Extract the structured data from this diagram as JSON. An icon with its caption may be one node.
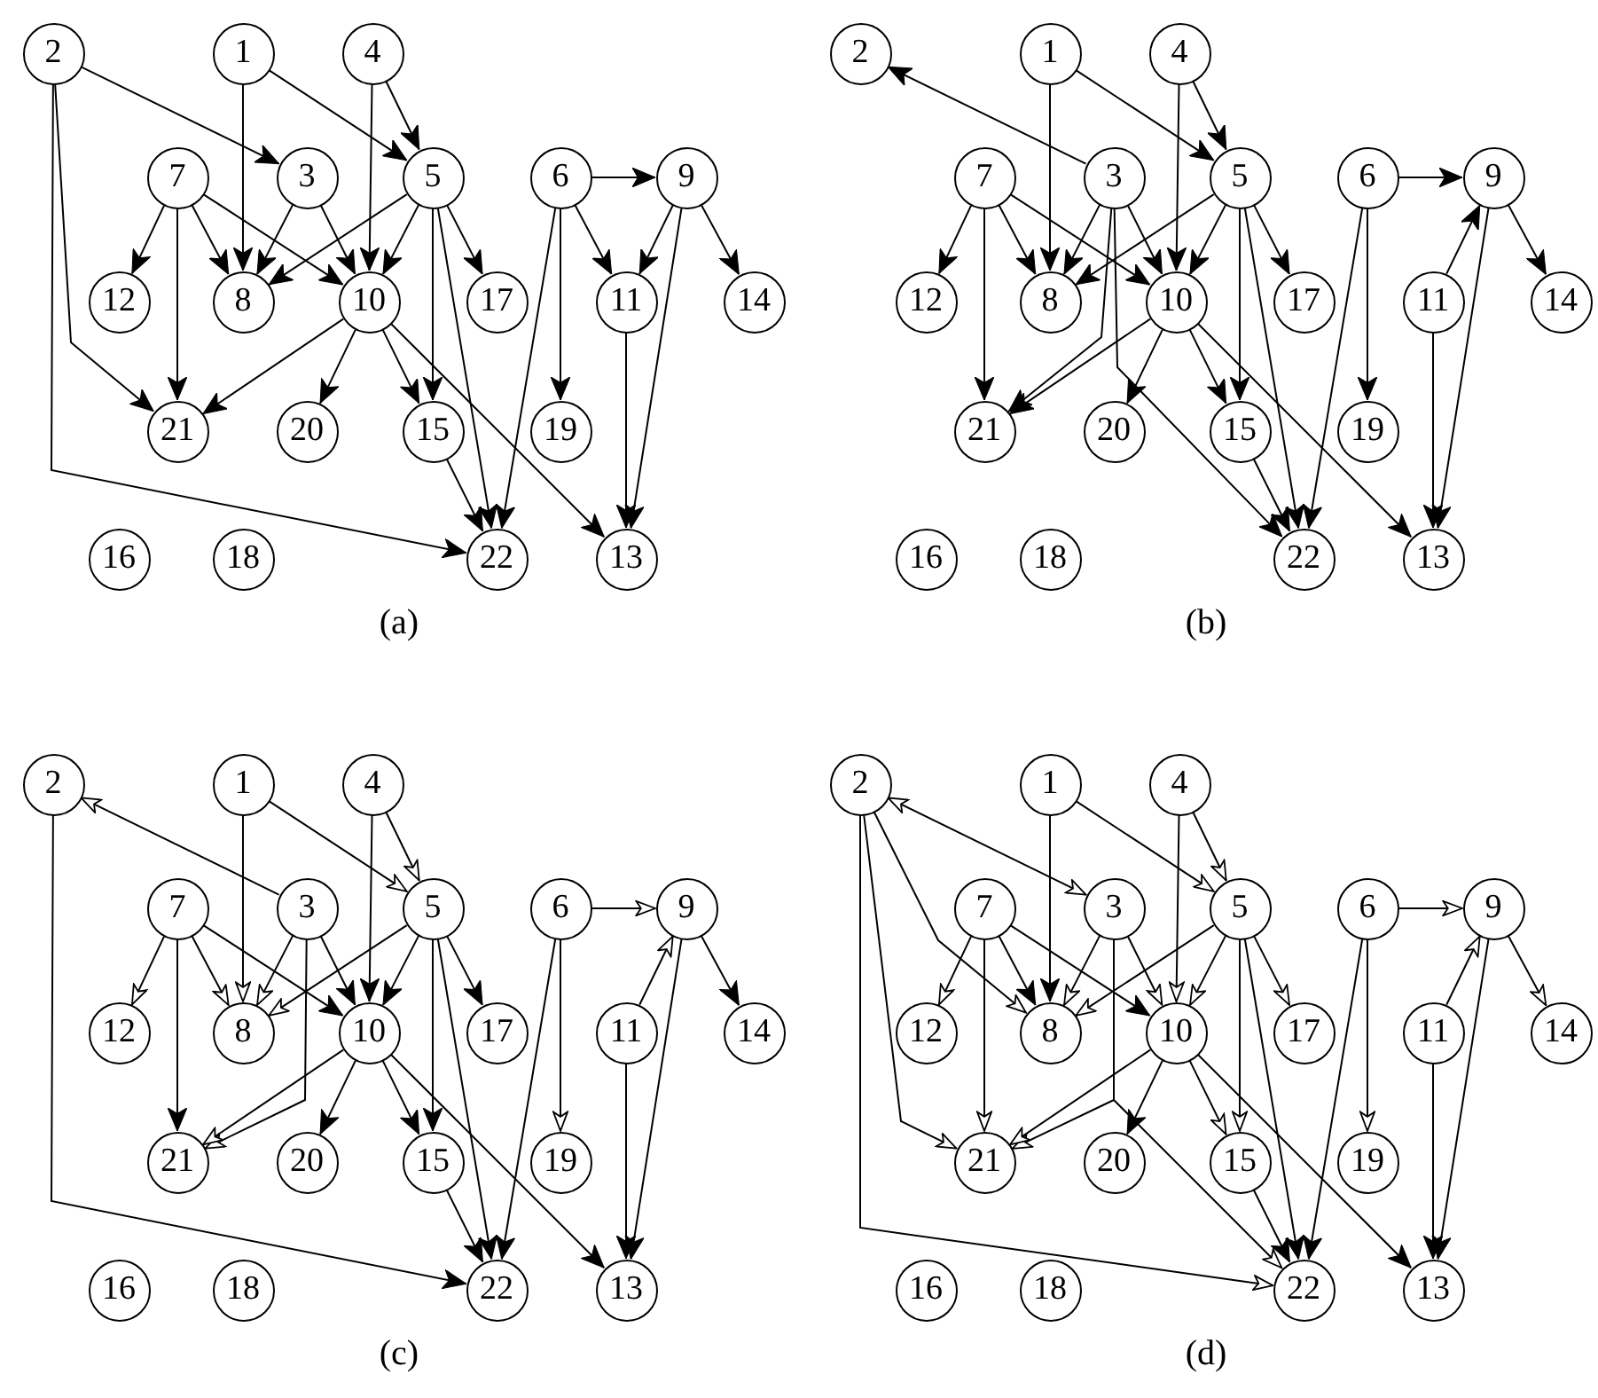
{
  "diagram": {
    "nodes": [
      {
        "text": [
          "2"
        ]
      },
      {
        "text": [
          "1"
        ]
      },
      {
        "text": [
          "4"
        ]
      },
      {
        "text": [
          "7"
        ]
      },
      {
        "text": [
          "3"
        ]
      },
      {
        "text": [
          "5"
        ]
      },
      {
        "text": [
          "6"
        ]
      },
      {
        "text": [
          "9"
        ]
      },
      {
        "text": [
          "12"
        ]
      },
      {
        "text": [
          "8"
        ]
      },
      {
        "text": [
          "10"
        ]
      },
      {
        "text": [
          "17"
        ]
      },
      {
        "text": [
          "11"
        ]
      },
      {
        "text": [
          "14"
        ]
      },
      {
        "text": [
          "21"
        ]
      },
      {
        "text": [
          "20"
        ]
      },
      {
        "text": [
          "15"
        ]
      },
      {
        "text": [
          "19"
        ]
      },
      {
        "text": [
          "16"
        ]
      },
      {
        "text": [
          "18"
        ]
      },
      {
        "text": [
          "22"
        ]
      },
      {
        "text": [
          "13"
        ]
      },
      {
        "text": [
          "2"
        ]
      },
      {
        "text": [
          "1"
        ]
      },
      {
        "text": [
          "4"
        ]
      },
      {
        "text": [
          "7"
        ]
      },
      {
        "text": [
          "3"
        ]
      },
      {
        "text": [
          "5"
        ]
      },
      {
        "text": [
          "6"
        ]
      },
      {
        "text": [
          "9"
        ]
      },
      {
        "text": [
          "12"
        ]
      },
      {
        "text": [
          "8"
        ]
      },
      {
        "text": [
          "10"
        ]
      },
      {
        "text": [
          "17"
        ]
      },
      {
        "text": [
          "11"
        ]
      },
      {
        "text": [
          "14"
        ]
      },
      {
        "text": [
          "21"
        ]
      },
      {
        "text": [
          "20"
        ]
      },
      {
        "text": [
          "15"
        ]
      },
      {
        "text": [
          "19"
        ]
      },
      {
        "text": [
          "16"
        ]
      },
      {
        "text": [
          "18"
        ]
      },
      {
        "text": [
          "22"
        ]
      },
      {
        "text": [
          "13"
        ]
      },
      {
        "text": [
          "2"
        ]
      },
      {
        "text": [
          "1"
        ]
      },
      {
        "text": [
          "4"
        ]
      },
      {
        "text": [
          "7"
        ]
      },
      {
        "text": [
          "3"
        ]
      },
      {
        "text": [
          "5"
        ]
      },
      {
        "text": [
          "6"
        ]
      },
      {
        "text": [
          "9"
        ]
      },
      {
        "text": [
          "12"
        ]
      },
      {
        "text": [
          "8"
        ]
      },
      {
        "text": [
          "10"
        ]
      },
      {
        "text": [
          "17"
        ]
      },
      {
        "text": [
          "11"
        ]
      },
      {
        "text": [
          "14"
        ]
      },
      {
        "text": [
          "21"
        ]
      },
      {
        "text": [
          "20"
        ]
      },
      {
        "text": [
          "15"
        ]
      },
      {
        "text": [
          "19"
        ]
      },
      {
        "text": [
          "16"
        ]
      },
      {
        "text": [
          "18"
        ]
      },
      {
        "text": [
          "22"
        ]
      },
      {
        "text": [
          "13"
        ]
      },
      {
        "text": [
          "2"
        ]
      },
      {
        "text": [
          "1"
        ]
      },
      {
        "text": [
          "4"
        ]
      },
      {
        "text": [
          "7"
        ]
      },
      {
        "text": [
          "3"
        ]
      },
      {
        "text": [
          "5"
        ]
      },
      {
        "text": [
          "6"
        ]
      },
      {
        "text": [
          "9"
        ]
      },
      {
        "text": [
          "12"
        ]
      },
      {
        "text": [
          "8"
        ]
      },
      {
        "text": [
          "10"
        ]
      },
      {
        "text": [
          "17"
        ]
      },
      {
        "text": [
          "11"
        ]
      },
      {
        "text": [
          "14"
        ]
      },
      {
        "text": [
          "21"
        ]
      },
      {
        "text": [
          "20"
        ]
      },
      {
        "text": [
          "15"
        ]
      },
      {
        "text": [
          "19"
        ]
      },
      {
        "text": [
          "16"
        ]
      },
      {
        "text": [
          "18"
        ]
      },
      {
        "text": [
          "22"
        ]
      },
      {
        "text": [
          "13"
        ]
      }
    ],
    "edges": [
      {
        "from": 0,
        "to": 4,
        "arrow": "to"
      },
      {
        "from": 0,
        "to": 14,
        "arrow": "to"
      },
      {
        "from": 0,
        "to": 20,
        "arrow": "to"
      },
      {
        "from": 1,
        "to": 9,
        "arrow": "to"
      },
      {
        "from": 1,
        "to": 5,
        "arrow": "to"
      },
      {
        "from": 2,
        "to": 10,
        "arrow": "to"
      },
      {
        "from": 2,
        "to": 5,
        "arrow": "to"
      },
      {
        "from": 3,
        "to": 8,
        "arrow": "to"
      },
      {
        "from": 3,
        "to": 9,
        "arrow": "to"
      },
      {
        "from": 3,
        "to": 14,
        "arrow": "to"
      },
      {
        "from": 3,
        "to": 10,
        "arrow": "to"
      },
      {
        "from": 4,
        "to": 9,
        "arrow": "to"
      },
      {
        "from": 4,
        "to": 10,
        "arrow": "to"
      },
      {
        "from": 5,
        "to": 9,
        "arrow": "to"
      },
      {
        "from": 5,
        "to": 10,
        "arrow": "to"
      },
      {
        "from": 5,
        "to": 11,
        "arrow": "to"
      },
      {
        "from": 5,
        "to": 16,
        "arrow": "to"
      },
      {
        "from": 5,
        "to": 20,
        "arrow": "to"
      },
      {
        "from": 6,
        "to": 7,
        "arrow": "to"
      },
      {
        "from": 6,
        "to": 12,
        "arrow": "to"
      },
      {
        "from": 6,
        "to": 17,
        "arrow": "to"
      },
      {
        "from": 6,
        "to": 20,
        "arrow": "to"
      },
      {
        "from": 7,
        "to": 12,
        "arrow": "to"
      },
      {
        "from": 7,
        "to": 13,
        "arrow": "to"
      },
      {
        "from": 7,
        "to": 21,
        "arrow": "to"
      },
      {
        "from": 10,
        "to": 14,
        "arrow": "to"
      },
      {
        "from": 10,
        "to": 15,
        "arrow": "to"
      },
      {
        "from": 10,
        "to": 16,
        "arrow": "to"
      },
      {
        "from": 10,
        "to": 21,
        "arrow": "to"
      },
      {
        "from": 16,
        "to": 20,
        "arrow": "to"
      },
      {
        "from": 12,
        "to": 21,
        "arrow": "to"
      },
      {
        "from": 26,
        "to": 22,
        "arrow": "to"
      },
      {
        "from": 23,
        "to": 31,
        "arrow": "to"
      },
      {
        "from": 23,
        "to": 27,
        "arrow": "to"
      },
      {
        "from": 24,
        "to": 32,
        "arrow": "to"
      },
      {
        "from": 24,
        "to": 27,
        "arrow": "to"
      },
      {
        "from": 25,
        "to": 30,
        "arrow": "to"
      },
      {
        "from": 25,
        "to": 31,
        "arrow": "to"
      },
      {
        "from": 25,
        "to": 36,
        "arrow": "to"
      },
      {
        "from": 25,
        "to": 32,
        "arrow": "to"
      },
      {
        "from": 26,
        "to": 31,
        "arrow": "to"
      },
      {
        "from": 26,
        "to": 32,
        "arrow": "to"
      },
      {
        "from": 26,
        "to": 36,
        "arrow": "to"
      },
      {
        "from": 26,
        "to": 42,
        "arrow": "to"
      },
      {
        "from": 27,
        "to": 31,
        "arrow": "to"
      },
      {
        "from": 27,
        "to": 32,
        "arrow": "to"
      },
      {
        "from": 27,
        "to": 33,
        "arrow": "to"
      },
      {
        "from": 27,
        "to": 38,
        "arrow": "to"
      },
      {
        "from": 27,
        "to": 42,
        "arrow": "to"
      },
      {
        "from": 28,
        "to": 29,
        "arrow": "to"
      },
      {
        "from": 28,
        "to": 39,
        "arrow": "to"
      },
      {
        "from": 28,
        "to": 42,
        "arrow": "to"
      },
      {
        "from": 34,
        "to": 29,
        "arrow": "to"
      },
      {
        "from": 29,
        "to": 35,
        "arrow": "to"
      },
      {
        "from": 29,
        "to": 43,
        "arrow": "to"
      },
      {
        "from": 32,
        "to": 36,
        "arrow": "to"
      },
      {
        "from": 32,
        "to": 37,
        "arrow": "to"
      },
      {
        "from": 32,
        "to": 38,
        "arrow": "to"
      },
      {
        "from": 32,
        "to": 43,
        "arrow": "to"
      },
      {
        "from": 38,
        "to": 42,
        "arrow": "to"
      },
      {
        "from": 34,
        "to": 43,
        "arrow": "to"
      },
      {
        "from": 48,
        "to": 44,
        "arrow": "to"
      },
      {
        "from": 44,
        "to": 64,
        "arrow": "to"
      },
      {
        "from": 45,
        "to": 53,
        "arrow": "to"
      },
      {
        "from": 45,
        "to": 49,
        "arrow": "to"
      },
      {
        "from": 46,
        "to": 54,
        "arrow": "to"
      },
      {
        "from": 46,
        "to": 49,
        "arrow": "to"
      },
      {
        "from": 47,
        "to": 52,
        "arrow": "to"
      },
      {
        "from": 47,
        "to": 53,
        "arrow": "to"
      },
      {
        "from": 47,
        "to": 58,
        "arrow": "to"
      },
      {
        "from": 47,
        "to": 54,
        "arrow": "to"
      },
      {
        "from": 48,
        "to": 53,
        "arrow": "to"
      },
      {
        "from": 48,
        "to": 54,
        "arrow": "to"
      },
      {
        "from": 48,
        "to": 58,
        "arrow": "to"
      },
      {
        "from": 49,
        "to": 53,
        "arrow": "to"
      },
      {
        "from": 49,
        "to": 54,
        "arrow": "to"
      },
      {
        "from": 49,
        "to": 55,
        "arrow": "to"
      },
      {
        "from": 49,
        "to": 60,
        "arrow": "to"
      },
      {
        "from": 49,
        "to": 64,
        "arrow": "to"
      },
      {
        "from": 50,
        "to": 51,
        "arrow": "to"
      },
      {
        "from": 50,
        "to": 61,
        "arrow": "to"
      },
      {
        "from": 50,
        "to": 64,
        "arrow": "to"
      },
      {
        "from": 56,
        "to": 51,
        "arrow": "to"
      },
      {
        "from": 51,
        "to": 57,
        "arrow": "to"
      },
      {
        "from": 51,
        "to": 65,
        "arrow": "to"
      },
      {
        "from": 54,
        "to": 58,
        "arrow": "to"
      },
      {
        "from": 54,
        "to": 59,
        "arrow": "to"
      },
      {
        "from": 54,
        "to": 60,
        "arrow": "to"
      },
      {
        "from": 54,
        "to": 65,
        "arrow": "to"
      },
      {
        "from": 60,
        "to": 64,
        "arrow": "to"
      },
      {
        "from": 56,
        "to": 65,
        "arrow": "to"
      },
      {
        "from": 66,
        "to": 70,
        "arrow": "both"
      },
      {
        "from": 66,
        "to": 75,
        "arrow": "to"
      },
      {
        "from": 66,
        "to": 80,
        "arrow": "to"
      },
      {
        "from": 66,
        "to": 86,
        "arrow": "to"
      },
      {
        "from": 67,
        "to": 75,
        "arrow": "to"
      },
      {
        "from": 67,
        "to": 71,
        "arrow": "to"
      },
      {
        "from": 68,
        "to": 76,
        "arrow": "to"
      },
      {
        "from": 68,
        "to": 71,
        "arrow": "to"
      },
      {
        "from": 69,
        "to": 74,
        "arrow": "to"
      },
      {
        "from": 69,
        "to": 75,
        "arrow": "to"
      },
      {
        "from": 69,
        "to": 80,
        "arrow": "to"
      },
      {
        "from": 69,
        "to": 76,
        "arrow": "to"
      },
      {
        "from": 70,
        "to": 75,
        "arrow": "to"
      },
      {
        "from": 70,
        "to": 76,
        "arrow": "to"
      },
      {
        "from": 70,
        "to": 80,
        "arrow": "to"
      },
      {
        "from": 70,
        "to": 86,
        "arrow": "to"
      },
      {
        "from": 71,
        "to": 75,
        "arrow": "to"
      },
      {
        "from": 71,
        "to": 76,
        "arrow": "to"
      },
      {
        "from": 71,
        "to": 77,
        "arrow": "to"
      },
      {
        "from": 71,
        "to": 82,
        "arrow": "to"
      },
      {
        "from": 71,
        "to": 86,
        "arrow": "to"
      },
      {
        "from": 72,
        "to": 73,
        "arrow": "to"
      },
      {
        "from": 72,
        "to": 83,
        "arrow": "to"
      },
      {
        "from": 72,
        "to": 86,
        "arrow": "to"
      },
      {
        "from": 78,
        "to": 73,
        "arrow": "to"
      },
      {
        "from": 73,
        "to": 79,
        "arrow": "to"
      },
      {
        "from": 73,
        "to": 87,
        "arrow": "to"
      },
      {
        "from": 76,
        "to": 80,
        "arrow": "to"
      },
      {
        "from": 76,
        "to": 81,
        "arrow": "to"
      },
      {
        "from": 76,
        "to": 82,
        "arrow": "to"
      },
      {
        "from": 76,
        "to": 87,
        "arrow": "to"
      },
      {
        "from": 82,
        "to": 86,
        "arrow": "to"
      },
      {
        "from": 78,
        "to": 87,
        "arrow": "to"
      }
    ],
    "labels": [
      "(a)",
      "(b)",
      "(c)",
      "(d)"
    ]
  }
}
